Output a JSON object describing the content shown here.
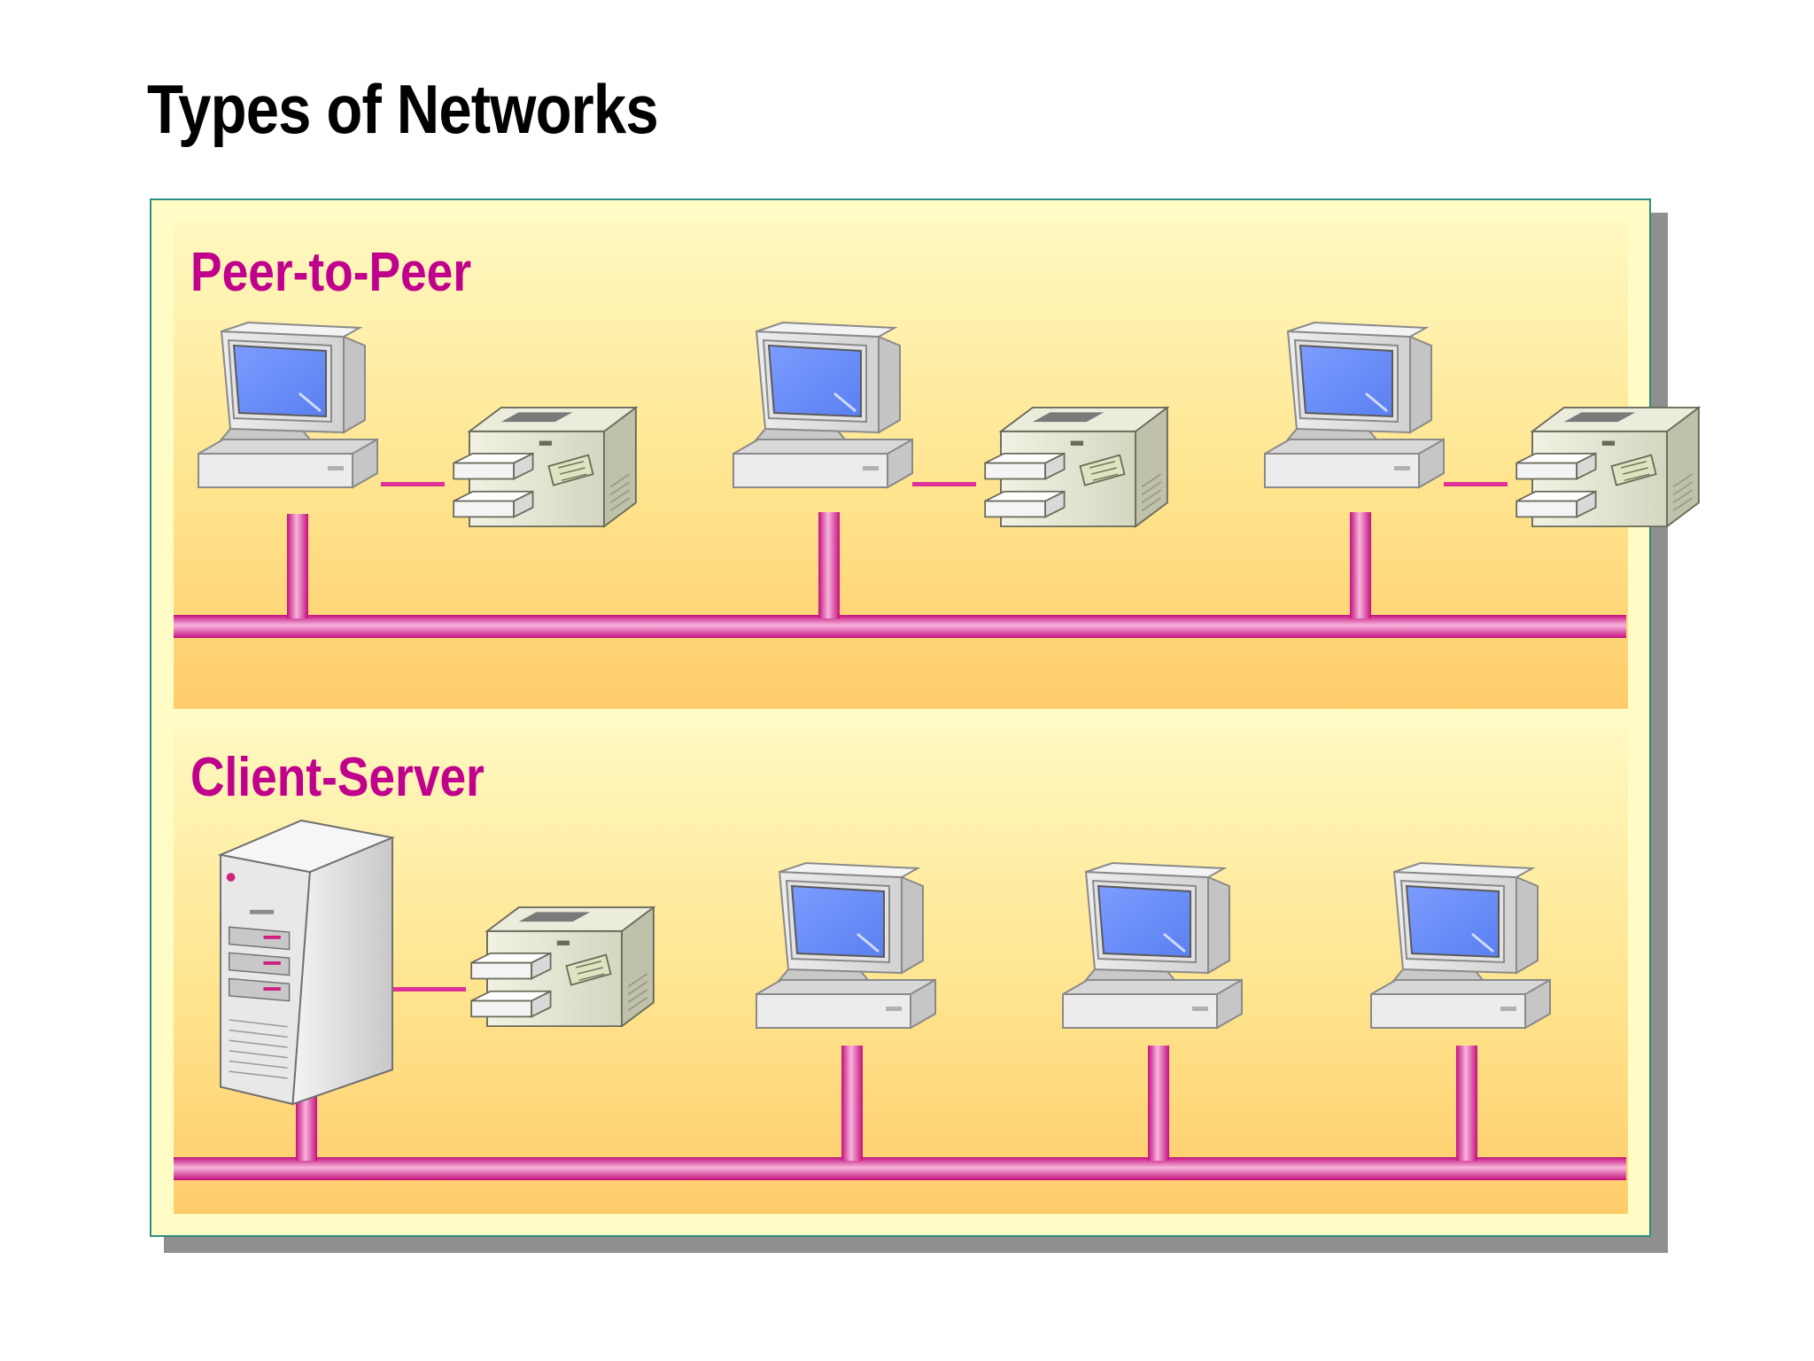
{
  "slide": {
    "title": "Types of Networks"
  },
  "sections": [
    {
      "label": "Peer-to-Peer",
      "devices": [
        "computer-icon",
        "printer-icon",
        "computer-icon",
        "printer-icon",
        "computer-icon",
        "printer-icon"
      ]
    },
    {
      "label": "Client-Server",
      "devices": [
        "server-tower-icon",
        "printer-icon",
        "computer-icon",
        "computer-icon",
        "computer-icon"
      ]
    }
  ],
  "colors": {
    "title": "#000000",
    "section_label": "#c0008c",
    "cable": "#e0309a",
    "cable_highlight": "#f7b4dc",
    "panel_background": "#fffcc6",
    "panel_border": "#2f8c84",
    "band_top": "#fff8c0",
    "band_bottom": "#ffcc6a",
    "shadow": "#8f8f8f",
    "screen": "#6b8ff7"
  }
}
